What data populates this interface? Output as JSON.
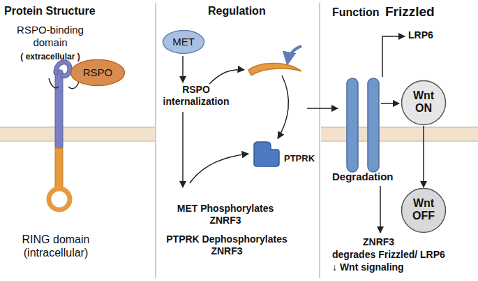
{
  "diagram": {
    "nodes": [
      {
        "text": [
          "RSPO"
        ]
      },
      {
        "text": [
          "MET"
        ]
      },
      {
        "text": [
          "PTPRK"
        ]
      },
      {
        "text": [
          "Wnt ON"
        ]
      },
      {
        "text": [
          "Wnt OFF"
        ]
      }
    ],
    "edges": [
      {
        "from": 3,
        "to": 4,
        "arrow": "to"
      }
    ],
    "labels": [
      "Protein Structure",
      "Regulation",
      "Function",
      "RSPO-binding domain",
      "( extracellular )",
      "RING domain (intracellular)",
      "RSPO internalization",
      "MET Phosphorylates ZNRF3",
      "PTPRK Dephosphorylates ZNRF3",
      "Frizzled",
      "LRP6",
      "Degradation",
      "ZNRF3",
      "degrades Frizzled/ LRP6",
      "↓ Wnt signaling"
    ]
  }
}
